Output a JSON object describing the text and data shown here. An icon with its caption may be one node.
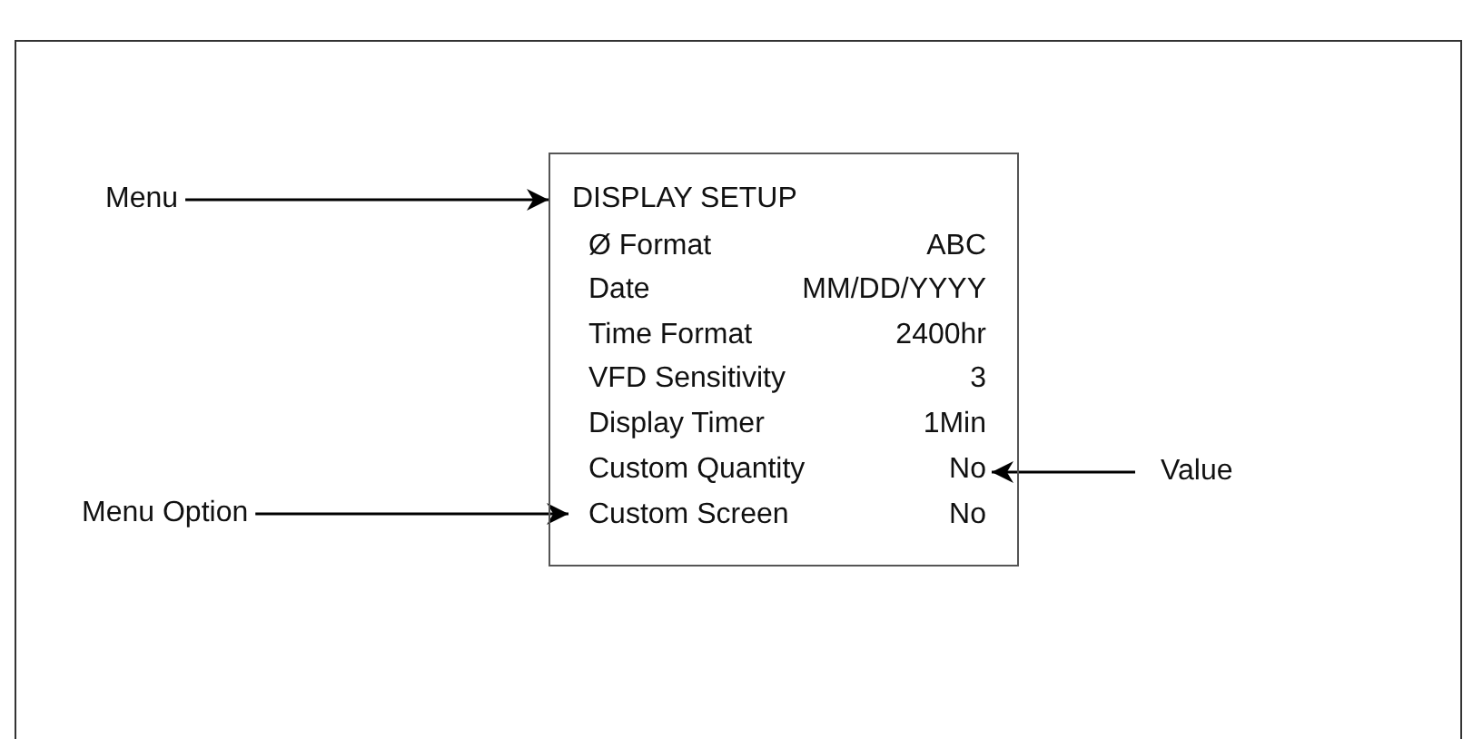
{
  "diagram": {
    "nodes": [
      {
        "text": [
          "Menu"
        ]
      },
      {
        "text": [
          "DISPLAY SETUP"
        ]
      },
      {
        "text": [
          "Ø Format",
          "ABC"
        ],
        "in": 1
      },
      {
        "text": [
          "Date",
          "MM/DD/YYYY"
        ],
        "in": 1
      },
      {
        "text": [
          "Time Format",
          "2400hr"
        ],
        "in": 1
      },
      {
        "text": [
          "VFD Sensitivity",
          "3"
        ],
        "in": 1
      },
      {
        "text": [
          "Display Timer",
          "1Min"
        ],
        "in": 1
      },
      {
        "text": [
          "Custom Quantity",
          "No"
        ],
        "in": 1
      },
      {
        "text": [
          "Custom Screen",
          "No"
        ],
        "in": 1
      },
      {
        "text": [
          "Value"
        ]
      },
      {
        "text": [
          "Menu Option"
        ]
      }
    ],
    "edges": [
      {
        "from": 0,
        "to": 1,
        "arrow": "to"
      },
      {
        "from": 9,
        "to": 7,
        "arrow": "to"
      },
      {
        "from": 10,
        "to": 8,
        "arrow": "to"
      }
    ]
  }
}
